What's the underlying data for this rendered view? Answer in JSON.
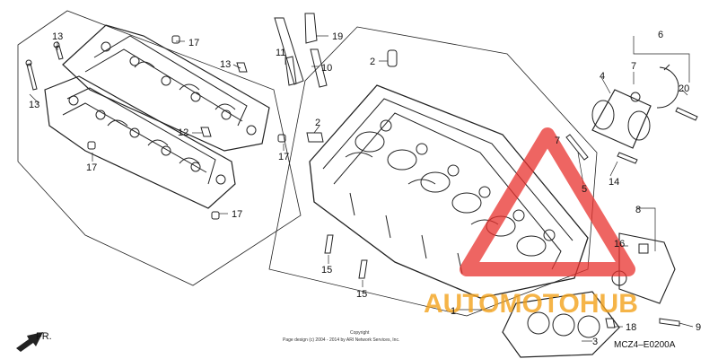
{
  "diagram": {
    "callouts": [
      {
        "id": "c13a",
        "text": "13"
      },
      {
        "id": "c13b",
        "text": "13"
      },
      {
        "id": "c13c",
        "text": "13"
      },
      {
        "id": "c17a",
        "text": "17"
      },
      {
        "id": "c17b",
        "text": "17"
      },
      {
        "id": "c17c",
        "text": "17"
      },
      {
        "id": "c17d",
        "text": "17"
      },
      {
        "id": "c12",
        "text": "12"
      },
      {
        "id": "c19",
        "text": "19"
      },
      {
        "id": "c11",
        "text": "11"
      },
      {
        "id": "c10",
        "text": "10"
      },
      {
        "id": "c2a",
        "text": "2"
      },
      {
        "id": "c2b",
        "text": "2"
      },
      {
        "id": "c6",
        "text": "6"
      },
      {
        "id": "c7a",
        "text": "7"
      },
      {
        "id": "c7b",
        "text": "7"
      },
      {
        "id": "c4",
        "text": "4"
      },
      {
        "id": "c20",
        "text": "20"
      },
      {
        "id": "c5",
        "text": "5"
      },
      {
        "id": "c14",
        "text": "14"
      },
      {
        "id": "c8",
        "text": "8"
      },
      {
        "id": "c16",
        "text": "16"
      },
      {
        "id": "c15a",
        "text": "15"
      },
      {
        "id": "c15b",
        "text": "15"
      },
      {
        "id": "c1",
        "text": "1"
      },
      {
        "id": "c18",
        "text": "18"
      },
      {
        "id": "c9",
        "text": "9"
      },
      {
        "id": "c3",
        "text": "3"
      }
    ],
    "front_label": "FR.",
    "copyright_line1": "Copyright",
    "copyright_line2": "Page design (c) 2004 - 2014 by ARI Network Services, Inc.",
    "diagram_code": "MCZ4–E0200A",
    "watermark_text": "AUTOMOTOHUB",
    "colors": {
      "line": "#222222",
      "watermark_red": "#e8322e",
      "watermark_orange": "#f3a21b"
    }
  }
}
